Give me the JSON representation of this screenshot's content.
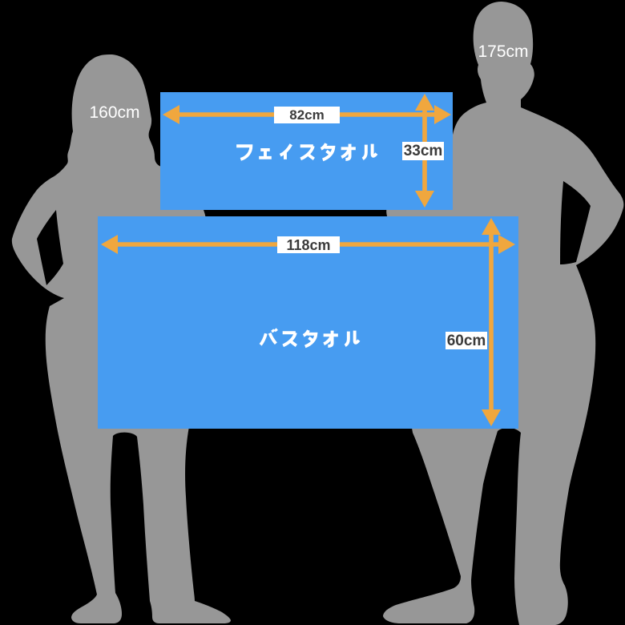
{
  "scene": {
    "background_color": "#000000",
    "silhouette_color": "#979797",
    "towel_color": "#479CF1",
    "arrow_color": "#F0A73E",
    "dimension_label_bg": "#FFFFFF",
    "dimension_label_text_color": "#3B3B3B",
    "title_color": "#FFFFFF"
  },
  "people": [
    {
      "id": "woman",
      "height_label": "160cm"
    },
    {
      "id": "man",
      "height_label": "175cm"
    }
  ],
  "towels": [
    {
      "id": "face-towel",
      "name": "フェイスタオル",
      "width_label": "82cm",
      "height_label": "33cm"
    },
    {
      "id": "bath-towel",
      "name": "バスタオル",
      "width_label": "118cm",
      "height_label": "60cm"
    }
  ]
}
